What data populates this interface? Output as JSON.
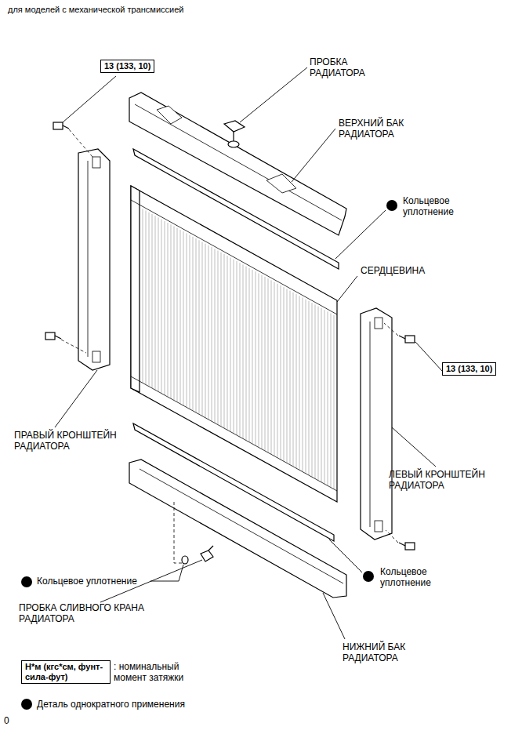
{
  "diagram": {
    "title": "для моделей с механической трансмиссией",
    "nodes": [
      {
        "text": [
          "13 (133, 10)"
        ]
      },
      {
        "text": [
          "13 (133, 10)"
        ]
      },
      {
        "text": [
          "Н*м (кгс*см, фунт-сила-фут)"
        ]
      }
    ],
    "labels": [
      "ПРОБКА РАДИАТОРА",
      "ВЕРХНИЙ БАК РАДИАТОРА",
      "Кольцевое уплотнение",
      "СЕРДЦЕВИНА",
      "ПРАВЫЙ КРОНШТЕЙН РАДИАТОРА",
      "ЛЕВЫЙ КРОНШТЕЙН РАДИАТОРА",
      "Кольцевое уплотнение",
      "Кольцевое уплотнение",
      "ПРОБКА СЛИВНОГО КРАНА РАДИАТОРА",
      "НИЖНИЙ БАК РАДИАТОРА",
      "0"
    ],
    "legend": [
      {
        "text": ": номинальный момент затяжки"
      },
      {
        "text": "Деталь однократного применения"
      }
    ]
  }
}
